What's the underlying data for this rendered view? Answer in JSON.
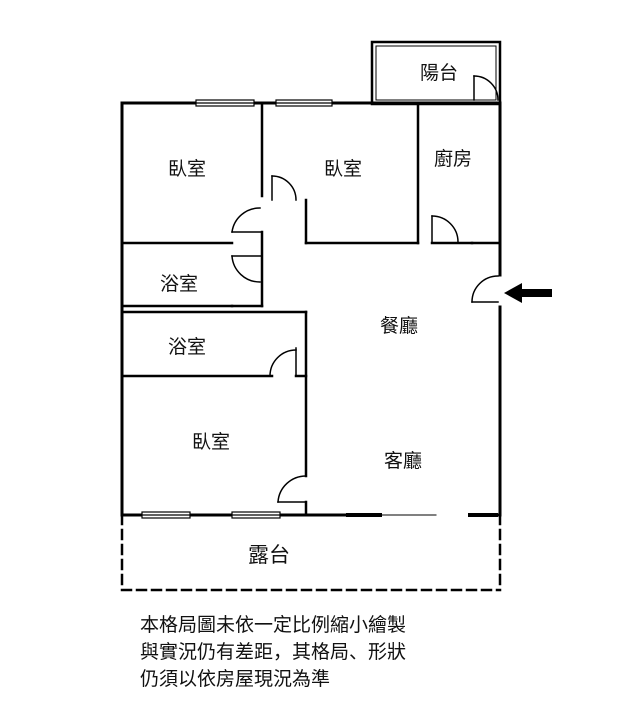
{
  "rooms": {
    "balcony": "陽台",
    "bedroom_1": "臥室",
    "bedroom_2": "臥室",
    "kitchen": "廚房",
    "bathroom_1": "浴室",
    "bathroom_2": "浴室",
    "dining": "餐廳",
    "bedroom_3": "臥室",
    "living": "客廳",
    "terrace": "露台"
  },
  "entrance_arrow_icon": "left-arrow-icon",
  "disclaimer": {
    "line1": "本格局圖未依一定比例縮小繪製",
    "line2": "與實況仍有差距，其格局、形狀",
    "line3": "仍須以依房屋現況為準"
  }
}
